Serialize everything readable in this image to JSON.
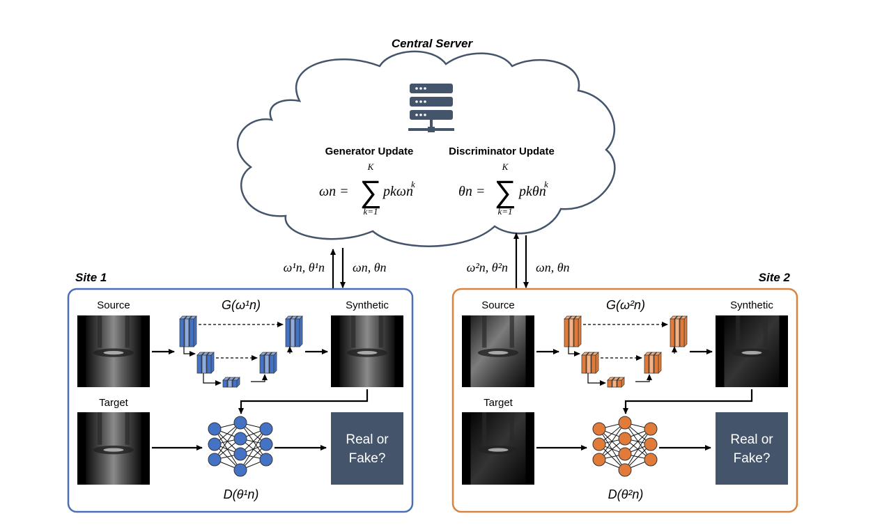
{
  "server": {
    "title": "Central Server",
    "generator_update_label": "Generator Update",
    "discriminator_update_label": "Discriminator Update",
    "generator_formula_lhs": "ωn = ",
    "generator_formula_term": "pkωn",
    "generator_formula_sup": "k",
    "discriminator_formula_lhs": "θn = ",
    "discriminator_formula_term": "pkθn",
    "discriminator_formula_sup": "k",
    "sum_top": "K",
    "sum_bottom": "k=1"
  },
  "links": {
    "site1_up": "ω¹n, θ¹n",
    "site1_down": "ωn, θn",
    "site2_up": "ω²n, θ²n",
    "site2_down": "ωn, θn"
  },
  "sites": [
    {
      "title": "Site 1",
      "color": "#4a6fb8",
      "accent": "#4472c4",
      "light": "#8faadc",
      "source_label": "Source",
      "target_label": "Target",
      "synthetic_label": "Synthetic",
      "generator_label": "G(ω¹n)",
      "discriminator_label": "D(θ¹n)",
      "decision_line1": "Real or",
      "decision_line2": "Fake?"
    },
    {
      "title": "Site 2",
      "color": "#d9833e",
      "accent": "#e07b39",
      "light": "#f4b183",
      "source_label": "Source",
      "target_label": "Target",
      "synthetic_label": "Synthetic",
      "generator_label": "G(ω²n)",
      "discriminator_label": "D(θ²n)",
      "decision_line1": "Real or",
      "decision_line2": "Fake?"
    }
  ],
  "icons": {
    "server": "server-icon",
    "network": "neural-network-icon",
    "unet": "unet-icon"
  },
  "colors": {
    "cloud_stroke": "#44546a",
    "decision_box": "#44546a",
    "arrow": "#000000"
  }
}
